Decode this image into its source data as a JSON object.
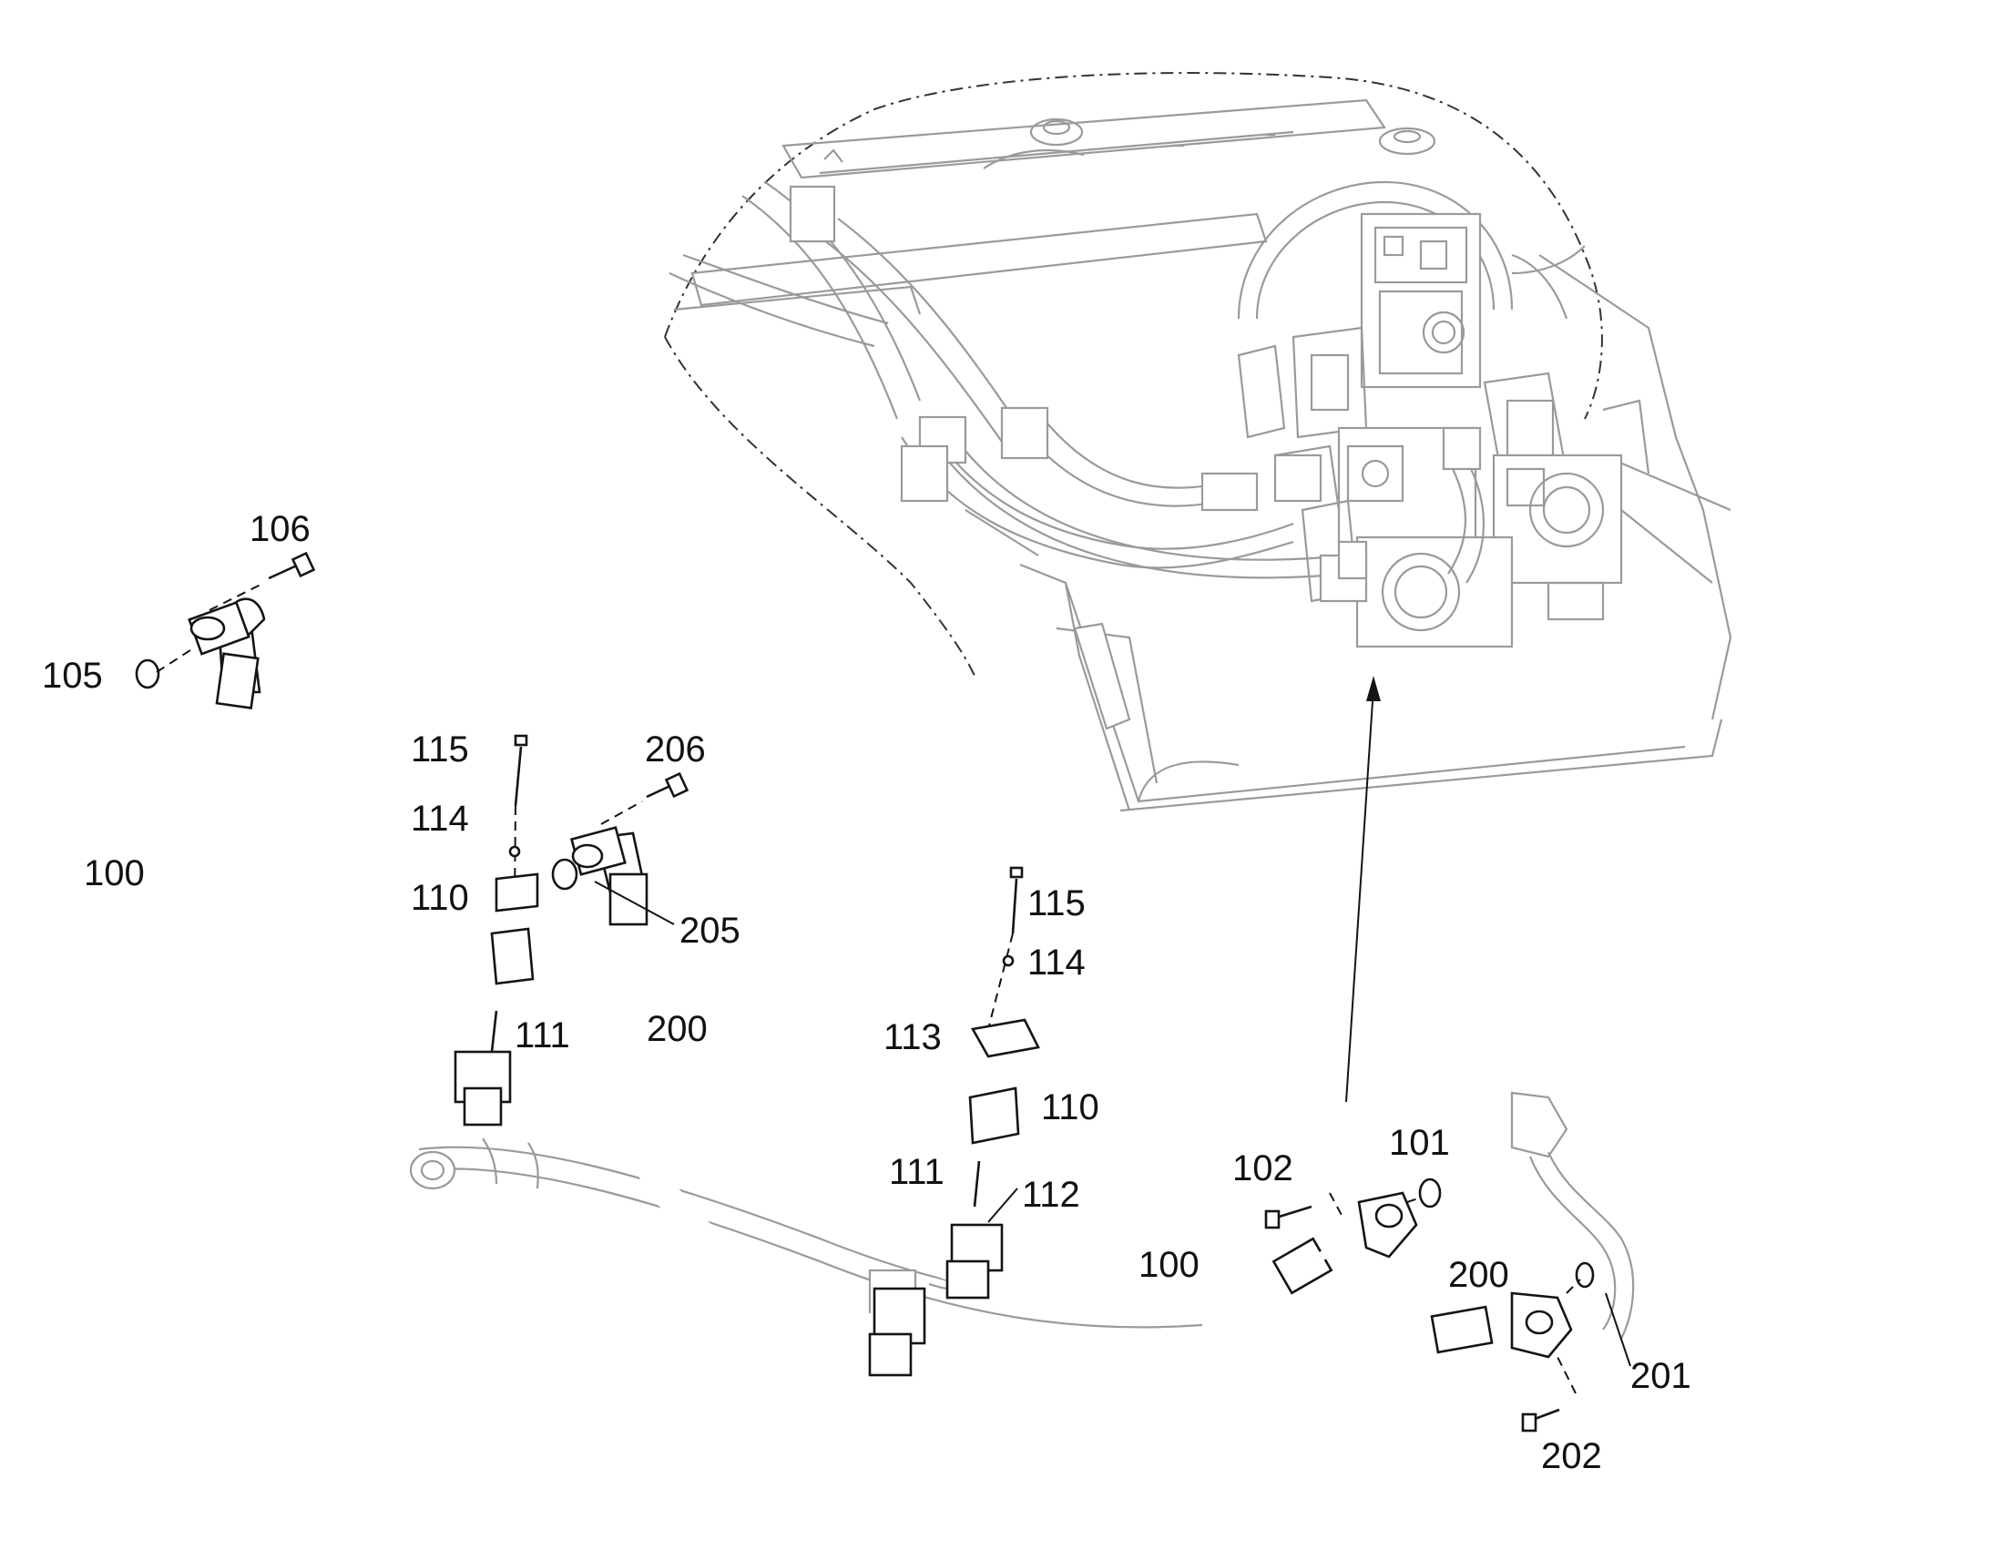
{
  "callouts": [
    {
      "id": "c-106",
      "text": "106"
    },
    {
      "id": "c-105",
      "text": "105"
    },
    {
      "id": "c-100a",
      "text": "100"
    },
    {
      "id": "c-115a",
      "text": "115"
    },
    {
      "id": "c-114a",
      "text": "114"
    },
    {
      "id": "c-110a",
      "text": "110"
    },
    {
      "id": "c-206",
      "text": "206"
    },
    {
      "id": "c-205",
      "text": "205"
    },
    {
      "id": "c-111a",
      "text": "111"
    },
    {
      "id": "c-200a",
      "text": "200"
    },
    {
      "id": "c-115b",
      "text": "115"
    },
    {
      "id": "c-114b",
      "text": "114"
    },
    {
      "id": "c-113",
      "text": "113"
    },
    {
      "id": "c-110b",
      "text": "110"
    },
    {
      "id": "c-111b",
      "text": "111"
    },
    {
      "id": "c-112",
      "text": "112"
    },
    {
      "id": "c-102",
      "text": "102"
    },
    {
      "id": "c-101",
      "text": "101"
    },
    {
      "id": "c-100b",
      "text": "100"
    },
    {
      "id": "c-200b",
      "text": "200"
    },
    {
      "id": "c-201",
      "text": "201"
    },
    {
      "id": "c-202",
      "text": "202"
    }
  ]
}
